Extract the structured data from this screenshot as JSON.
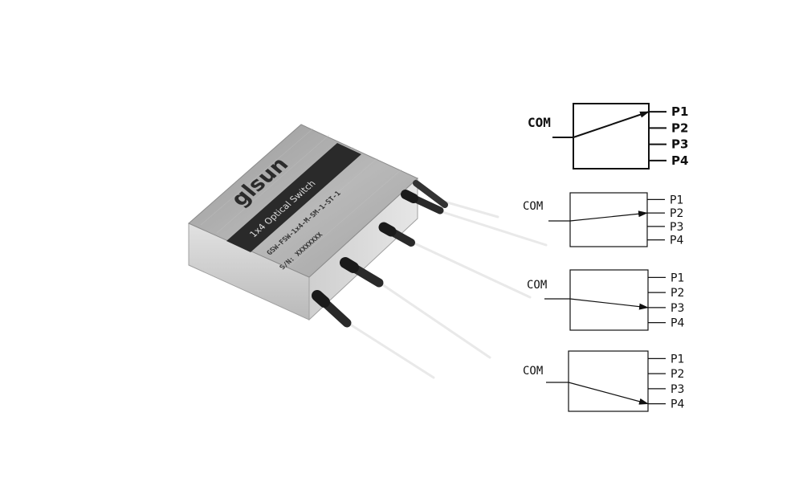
{
  "product": {
    "brand": "glsun",
    "product_name": "1x4 Optical Switch",
    "model_line": "GSW-FSW-1x4-M-SM-1-ST-1",
    "serial_line": "S/N: XXXXXXXX"
  },
  "schematics": [
    {
      "input_label": "COM",
      "ports": [
        "P1",
        "P2",
        "P3",
        "P4"
      ],
      "active_port": "P1"
    },
    {
      "input_label": "COM",
      "ports": [
        "P1",
        "P2",
        "P3",
        "P4"
      ],
      "active_port": "P2"
    },
    {
      "input_label": "COM",
      "ports": [
        "P1",
        "P2",
        "P3",
        "P4"
      ],
      "active_port": "P3"
    },
    {
      "input_label": "COM",
      "ports": [
        "P1",
        "P2",
        "P3",
        "P4"
      ],
      "active_port": "P4"
    }
  ],
  "colors": {
    "line": "#111111",
    "module_top": "#a7a7a7",
    "module_side": "#cfcfcf",
    "boot": "#2a2a2a"
  }
}
